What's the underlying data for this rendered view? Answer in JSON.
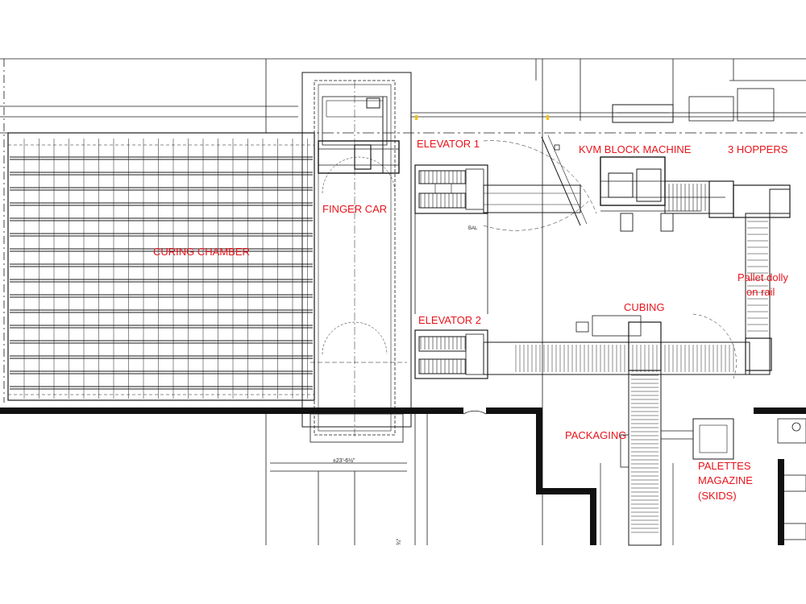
{
  "colors": {
    "label": "#e8141c",
    "line": "#1a1a1a",
    "wall": "#111111",
    "background": "#ffffff",
    "yellow_marker": "#f2c200"
  },
  "labels": {
    "elevator_1": "ELEVATOR 1",
    "kvm_block_machine": "KVM BLOCK MACHINE",
    "three_hoppers": "3 HOPPERS",
    "finger_car": "FINGER CAR",
    "curing_chamber": "CURING CHAMBER",
    "pallet_dolly_line1": "Pallet dolly",
    "pallet_dolly_line2": "on rail",
    "elevator_2": "ELEVATOR 2",
    "cubing": "CUBING",
    "packaging": "PACKAGING",
    "palettes_line1": "PALETTES",
    "palettes_line2": "MAGAZINE",
    "palettes_line3": "(SKIDS)"
  },
  "annotations": {
    "dimension": "±23'-6½\"",
    "bal": "BAL",
    "partial_dimension": "¾\""
  }
}
